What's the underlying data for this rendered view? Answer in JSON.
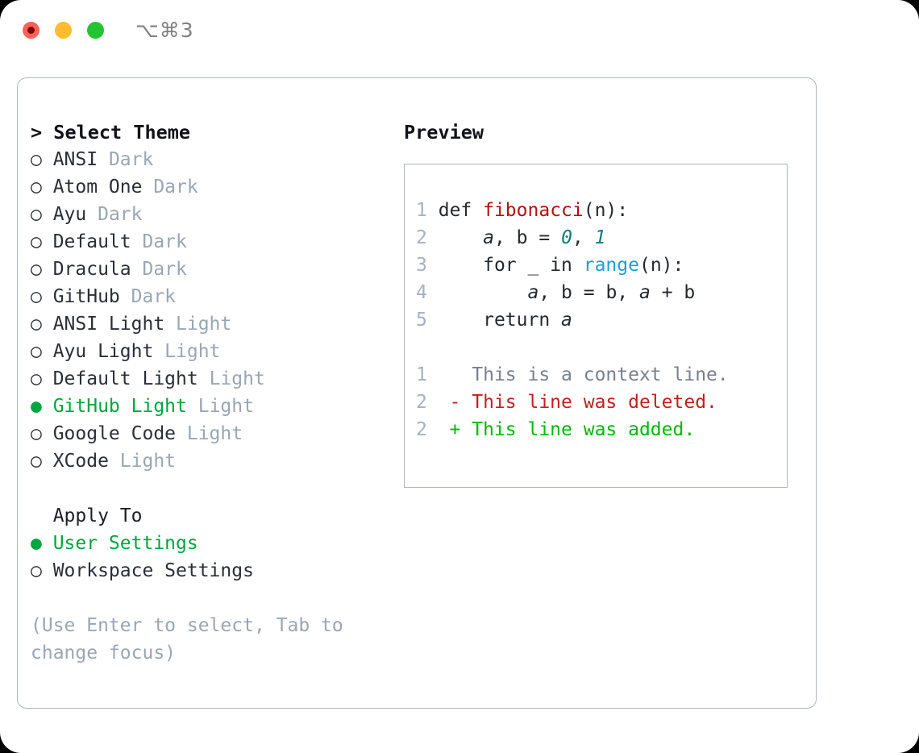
{
  "titlebar": {
    "shortcut": "⌥⌘3",
    "buttons": {
      "close": "close",
      "minimize": "minimize",
      "maximize": "maximize"
    }
  },
  "theme_selector": {
    "header": "> Select Theme",
    "bullet_selected": "●",
    "bullet_unselected": "○",
    "items": [
      {
        "name": "ANSI",
        "variant": "Dark",
        "selected": false
      },
      {
        "name": "Atom One",
        "variant": "Dark",
        "selected": false
      },
      {
        "name": "Ayu",
        "variant": "Dark",
        "selected": false
      },
      {
        "name": "Default",
        "variant": "Dark",
        "selected": false
      },
      {
        "name": "Dracula",
        "variant": "Dark",
        "selected": false
      },
      {
        "name": "GitHub",
        "variant": "Dark",
        "selected": false
      },
      {
        "name": "ANSI Light",
        "variant": "Light",
        "selected": false
      },
      {
        "name": "Ayu Light",
        "variant": "Light",
        "selected": false
      },
      {
        "name": "Default Light",
        "variant": "Light",
        "selected": false
      },
      {
        "name": "GitHub Light",
        "variant": "Light",
        "selected": true
      },
      {
        "name": "Google Code",
        "variant": "Light",
        "selected": false
      },
      {
        "name": "XCode",
        "variant": "Light",
        "selected": false
      }
    ]
  },
  "apply_to": {
    "header": "Apply To",
    "options": [
      {
        "label": "User Settings",
        "selected": true
      },
      {
        "label": "Workspace Settings",
        "selected": false
      }
    ]
  },
  "hint": "(Use Enter to select, Tab to change focus)",
  "preview": {
    "title": "Preview",
    "code_lines": [
      {
        "no": "1",
        "tokens": [
          {
            "t": "def ",
            "c": "plain"
          },
          {
            "t": "fibonacci",
            "c": "func"
          },
          {
            "t": "(n):",
            "c": "plain"
          }
        ]
      },
      {
        "no": "2",
        "tokens": [
          {
            "t": "    ",
            "c": "plain"
          },
          {
            "t": "a",
            "c": "var"
          },
          {
            "t": ", b = ",
            "c": "plain"
          },
          {
            "t": "0",
            "c": "num"
          },
          {
            "t": ", ",
            "c": "plain"
          },
          {
            "t": "1",
            "c": "num"
          }
        ]
      },
      {
        "no": "3",
        "tokens": [
          {
            "t": "    for _ in ",
            "c": "plain"
          },
          {
            "t": "range",
            "c": "call"
          },
          {
            "t": "(n):",
            "c": "plain"
          }
        ]
      },
      {
        "no": "4",
        "tokens": [
          {
            "t": "        ",
            "c": "plain"
          },
          {
            "t": "a",
            "c": "var"
          },
          {
            "t": ", b = b, ",
            "c": "plain"
          },
          {
            "t": "a",
            "c": "var"
          },
          {
            "t": " + b",
            "c": "plain"
          }
        ]
      },
      {
        "no": "5",
        "tokens": [
          {
            "t": "    return ",
            "c": "plain"
          },
          {
            "t": "a",
            "c": "var"
          }
        ]
      }
    ],
    "diff_lines": [
      {
        "no": "1",
        "marker": " ",
        "text": " This is a context line.",
        "kind": "ctx"
      },
      {
        "no": "2",
        "marker": "-",
        "text": " This line was deleted.",
        "kind": "del"
      },
      {
        "no": "2",
        "marker": "+",
        "text": " This line was added.",
        "kind": "add"
      }
    ]
  },
  "colors": {
    "accent_green": "#00a63e",
    "diff_add_green": "#00b80a",
    "diff_del_red": "#c4201a",
    "muted": "#9aa6b4",
    "border": "#adb6c4",
    "func_red": "#b3110d",
    "num_teal": "#0d7e7a",
    "call_blue": "#1f9ed4"
  }
}
